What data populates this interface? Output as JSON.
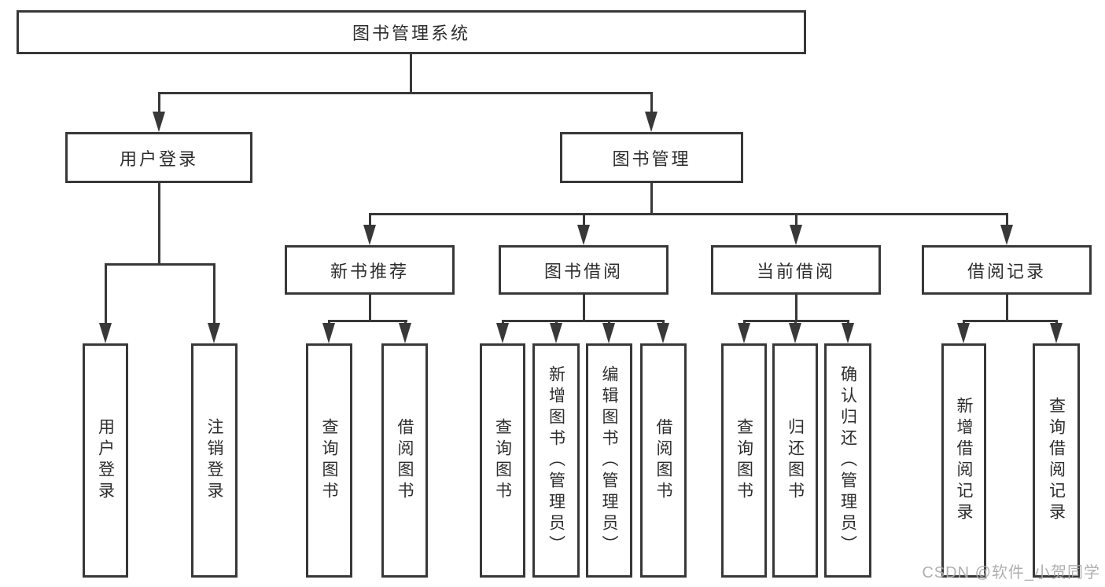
{
  "diagram": {
    "root": {
      "label": "图书管理系统"
    },
    "branches": [
      {
        "label": "用户登录",
        "children": [
          {
            "label": "用户登录"
          },
          {
            "label": "注销登录"
          }
        ]
      },
      {
        "label": "图书管理",
        "children": [
          {
            "label": "新书推荐",
            "children": [
              {
                "label": "查询图书"
              },
              {
                "label": "借阅图书"
              }
            ]
          },
          {
            "label": "图书借阅",
            "children": [
              {
                "label": "查询图书"
              },
              {
                "label": "新增图书（管理员）"
              },
              {
                "label": "编辑图书（管理员）"
              },
              {
                "label": "借阅图书"
              }
            ]
          },
          {
            "label": "当前借阅",
            "children": [
              {
                "label": "查询图书"
              },
              {
                "label": "归还图书"
              },
              {
                "label": "确认归还（管理员）"
              }
            ]
          },
          {
            "label": "借阅记录",
            "children": [
              {
                "label": "新增借阅记录"
              },
              {
                "label": "查询借阅记录"
              }
            ]
          }
        ]
      }
    ],
    "watermark": "CSDN @软件_小贺同学",
    "colors": {
      "line": "#383838",
      "text": "#2d2d2d",
      "background": "#ffffff",
      "watermark": "#a8a8a8"
    }
  }
}
